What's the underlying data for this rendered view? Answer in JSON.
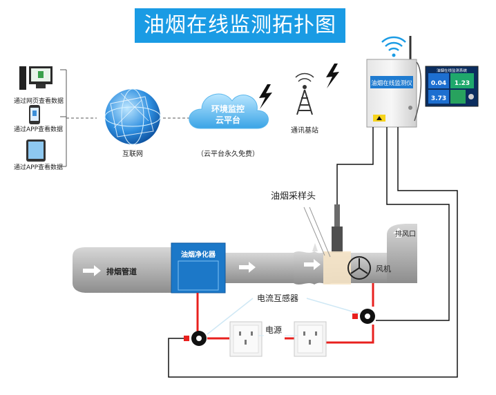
{
  "title": "油烟在线监测拓扑图",
  "clients": {
    "web": "通过网页查看数据",
    "app1": "通过APP查看数据",
    "app2": "通过APP查看数据"
  },
  "internet_label": "互联网",
  "cloud": {
    "line1": "环境监控",
    "line2": "云平台",
    "note": "（云平台永久免费）"
  },
  "base_station_label": "通讯基站",
  "monitor": {
    "device_label": "油烟在线监测仪",
    "screen_title": "油烟在线监测系统",
    "readings": [
      "0.04",
      "1.23",
      "3.73"
    ]
  },
  "duct": {
    "pipe_label": "排烟管道",
    "purifier_label": "油烟净化器",
    "sampler_label": "油烟采样头",
    "fan_label": "风机",
    "outlet_label": "排风口"
  },
  "electrical": {
    "ct_label": "电流互感器",
    "power_label": "电源"
  },
  "colors": {
    "banner": "#1a9be4",
    "duct": "#a9a9a9",
    "purifier": "#1c78c8",
    "power_wire": "#e8201e",
    "signal_wire": "#cfe8f5"
  }
}
